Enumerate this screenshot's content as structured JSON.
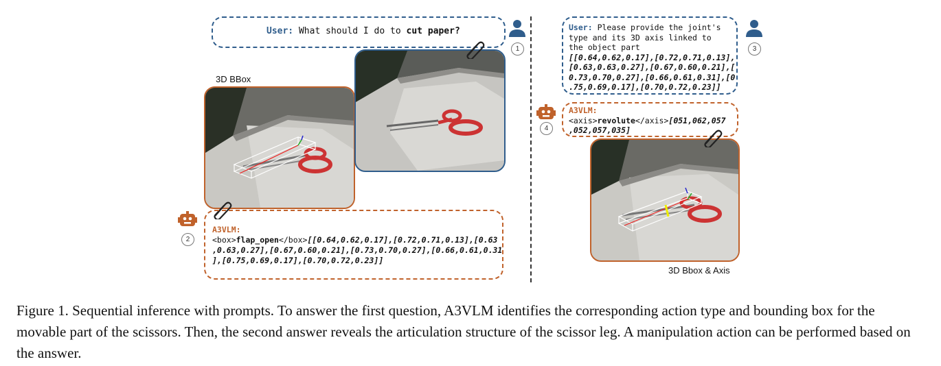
{
  "left_panel": {
    "user_turn": {
      "speaker": "User:",
      "text_before": "What should I do to ",
      "text_bold": "cut paper?",
      "step": "1"
    },
    "image_label": "3D BBox",
    "bot_turn": {
      "speaker": "A3VLM:",
      "line1_prefix": "<box>",
      "line1_bold": "flap_open",
      "line1_suffix": "</box>",
      "line1_coords": "[[0.64,0.62,0.17],[0.72,0.71,0.13],[0.63",
      "line2": ",0.63,0.27],[0.67,0.60,0.21],[0.73,0.70,0.27],[0.66,0.61,0.31",
      "line3": "],[0.75,0.69,0.17],[0.70,0.72,0.23]]",
      "step": "2"
    }
  },
  "right_panel": {
    "user_turn": {
      "speaker": "User:",
      "line1": "Please provide the joint's",
      "line2": "type and its 3D axis linked to",
      "line3": "the object part",
      "line4": "[[0.64,0.62,0.17],[0.72,0.71,0.13],",
      "line5": "[0.63,0.63,0.27],[0.67,0.60,0.21],[",
      "line6": "0.73,0.70,0.27],[0.66,0.61,0.31],[0",
      "line7": ".75,0.69,0.17],[0.70,0.72,0.23]]",
      "step": "3"
    },
    "bot_turn": {
      "speaker": "A3VLM:",
      "line1_prefix": "<axis>",
      "line1_bold": "revolute",
      "line1_suffix": "</axis>",
      "line1_coords": "[051,062,057",
      "line2": ",052,057,035]",
      "step": "4"
    },
    "image_label": "3D Bbox & Axis"
  },
  "caption": "Figure 1. Sequential inference with prompts. To answer the first question, A3VLM identifies the corresponding action type and bounding box for the movable part of the scissors. Then, the second answer reveals the articulation structure of the scissor leg. A manipulation action can be performed based on the answer.",
  "colors": {
    "user": "#2f5d8c",
    "bot": "#c0622b"
  },
  "icons": [
    "user-icon",
    "robot-icon",
    "paperclip-icon"
  ]
}
